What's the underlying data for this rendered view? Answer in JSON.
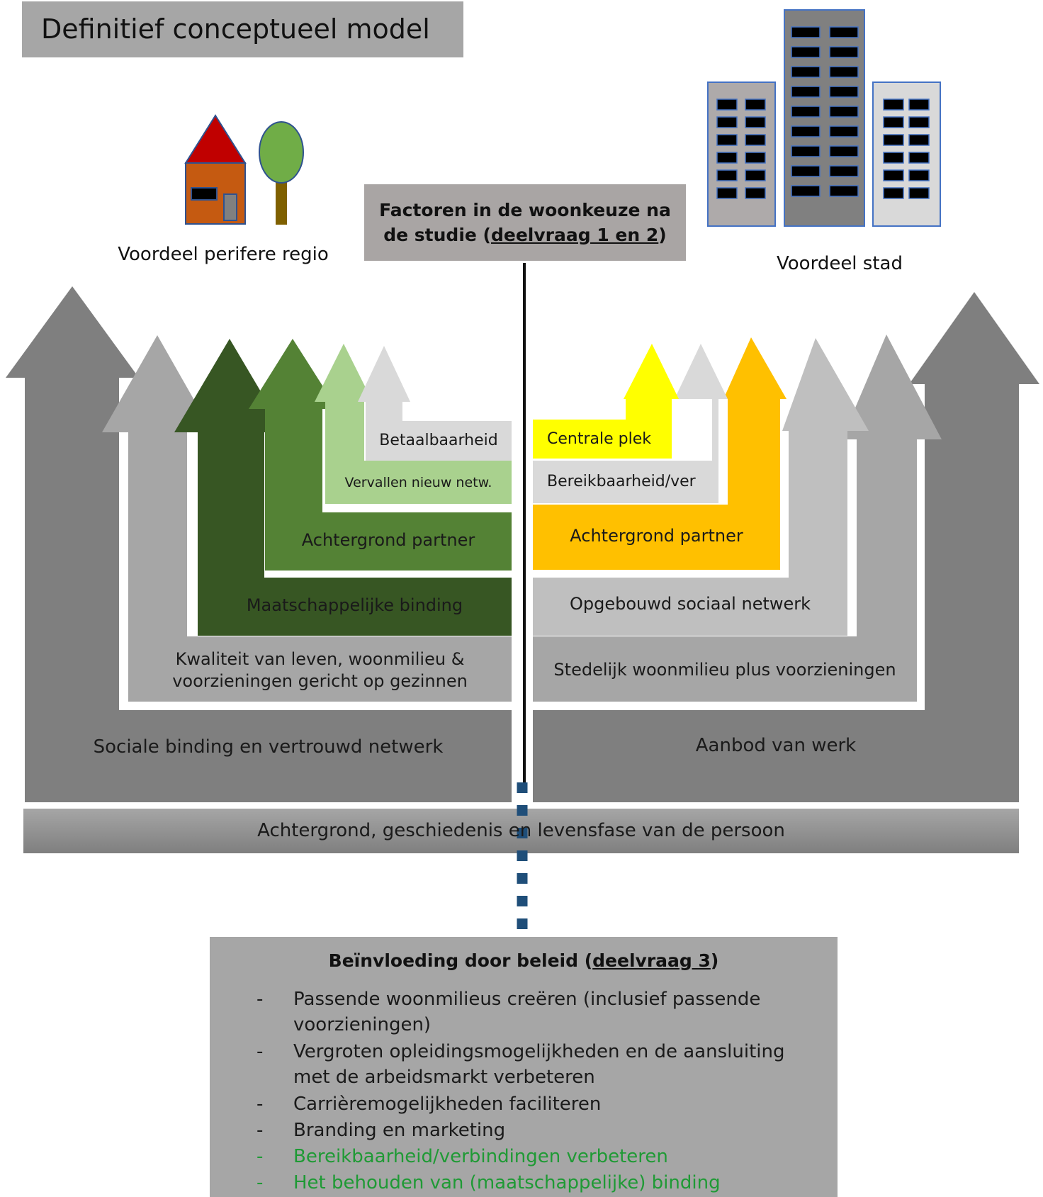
{
  "title": "Definitief conceptueel model",
  "icons": {
    "left": "house-and-tree-icon",
    "right": "city-buildings-icon"
  },
  "left_caption": "Voordeel perifere regio",
  "right_caption": "Voordeel stad",
  "factor_box": {
    "text_line1": "Factoren in de woonkeuze na",
    "text_line2_prefix": "de studie (",
    "text_line2_link": "deelvraag 1 en 2",
    "text_line2_suffix": ")"
  },
  "left_arrows": [
    {
      "label_line1": "Sociale binding en vertrouwd netwerk",
      "color": "#7f7f7f"
    },
    {
      "label_line1": "Kwaliteit van leven, woonmilieu &",
      "label_line2": "voorzieningen gericht op gezinnen",
      "color": "#a6a6a6"
    },
    {
      "label_line1": "Maatschappelijke binding",
      "color": "#375623"
    },
    {
      "label_line1": "Achtergrond partner",
      "color": "#548235"
    },
    {
      "label_line1": "Vervallen nieuw netw.",
      "color": "#a9d18e"
    },
    {
      "label_line1": "Betaalbaarheid",
      "color": "#d9d9d9"
    }
  ],
  "right_arrows": [
    {
      "label": "Aanbod van werk",
      "color": "#7f7f7f"
    },
    {
      "label": "Stedelijk woonmilieu plus voorzieningen",
      "color": "#a6a6a6"
    },
    {
      "label": "Opgebouwd sociaal netwerk",
      "color": "#bfbfbf"
    },
    {
      "label": "Achtergrond partner",
      "color": "#ffc000"
    },
    {
      "label": "Bereikbaarheid/ver",
      "color": "#d9d9d9"
    },
    {
      "label": "Centrale plek",
      "color": "#ffff00"
    }
  ],
  "base_bar": "Achtergrond, geschiedenis en levensfase van de persoon",
  "policy": {
    "title_prefix": "Beïnvloeding door beleid (",
    "title_link": "deelvraag 3",
    "title_suffix": ")",
    "dash": "-",
    "items": [
      {
        "line1": "Passende woonmilieus creëren (inclusief passende",
        "line2": "voorzieningen)"
      },
      {
        "line1": "Vergroten opleidingsmogelijkheden en de aansluiting",
        "line2": "met de arbeidsmarkt verbeteren"
      },
      {
        "line1": "Carrièremogelijkheden faciliteren"
      },
      {
        "line1": "Branding en marketing"
      },
      {
        "line1": "Bereikbaarheid/verbindingen verbeteren"
      },
      {
        "line1": "Het behouden van (maatschappelijke) binding"
      }
    ]
  }
}
